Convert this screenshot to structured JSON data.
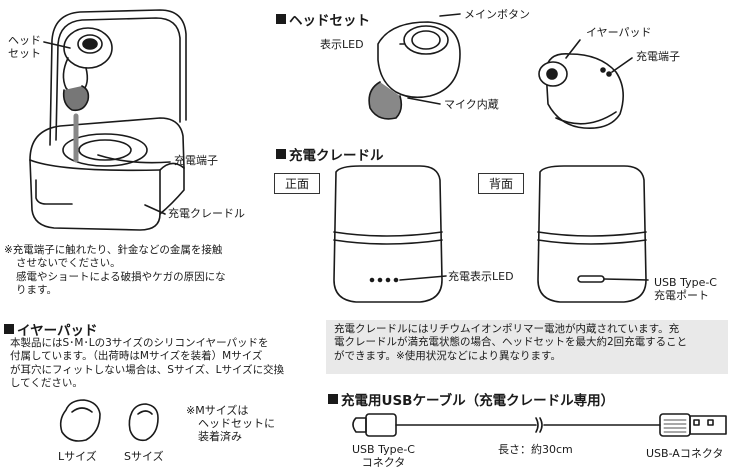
{
  "case": {
    "headset_label_line1": "ヘッド",
    "headset_label_line2": "セット",
    "terminal_label": "充電端子",
    "cradle_label": "充電クレードル"
  },
  "warning": {
    "line1": "※充電端子に触れたり、針金などの金属を接触",
    "line2": "させないでください。",
    "line3": "感電やショートによる破損やケガの原因にな",
    "line4": "ります。"
  },
  "headset_section": {
    "heading": "ヘッドセット",
    "main_button": "メインボタン",
    "indicator": "表示LED",
    "mic": "マイク内蔵",
    "ear_pad": "イヤーパッド",
    "charge_terminal": "充電端子"
  },
  "cradle_section": {
    "heading": "充電クレードル",
    "front_tag": "正面",
    "back_tag": "背面",
    "charge_led": "充電表示LED",
    "usb_line1": "USB Type-C",
    "usb_line2": "充電ポート"
  },
  "battery_note": {
    "line1": "充電クレードルにはリチウムイオンポリマー電池が内蔵されています。充",
    "line2": "電クレードルが満充電状態の場合、ヘッドセットを最大約2回充電すること",
    "line3": "ができます。※使用状況などにより異なります。"
  },
  "earpad_section": {
    "heading": "イヤーパッド",
    "line1": "本製品にはS･M･Lの3サイズのシリコンイヤーパッドを",
    "line2": "付属しています。（出荷時はMサイズを装着）Mサイズ",
    "line3": "が耳穴にフィットしない場合は、Sサイズ、Lサイズに交換",
    "line4": "してください。",
    "l_size": "Lサイズ",
    "s_size": "Sサイズ",
    "m_note_line1": "※Mサイズは",
    "m_note_line2": "ヘッドセットに",
    "m_note_line3": "装着済み"
  },
  "cable_section": {
    "heading": "充電用USBケーブル（充電クレードル専用）",
    "usb_c_line1": "USB Type-C",
    "usb_c_line2": "コネクタ",
    "length": "長さ：約30cm",
    "usb_a": "USB-Aコネクタ"
  }
}
